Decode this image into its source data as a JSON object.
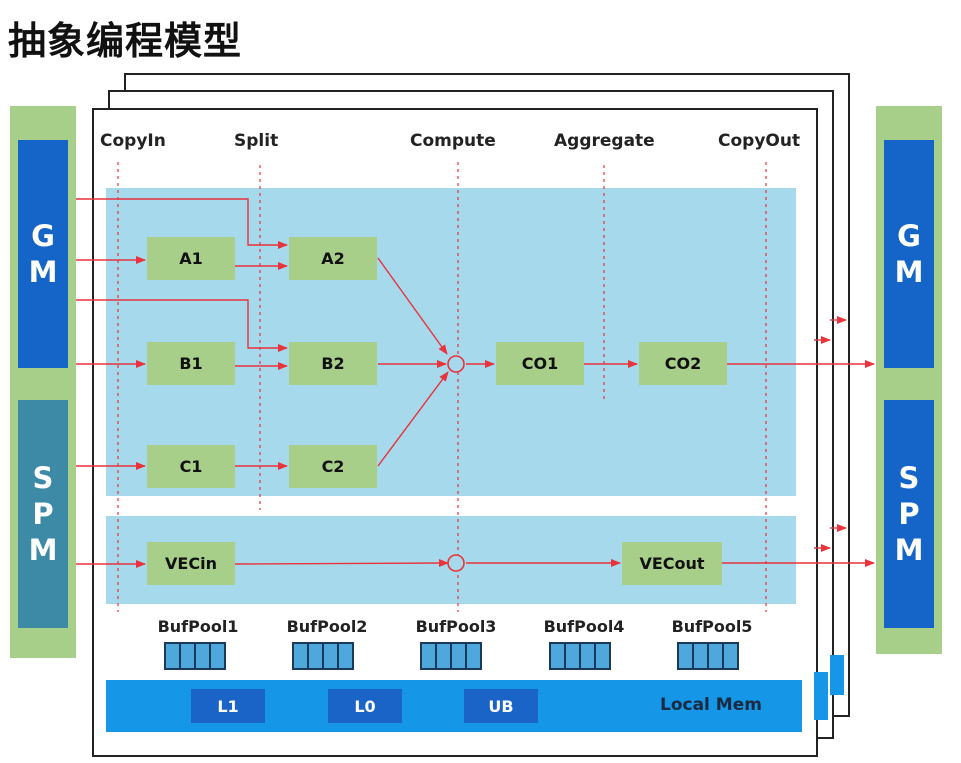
{
  "title": "抽象编程模型",
  "stages": [
    "CopyIn",
    "Split",
    "Compute",
    "Aggregate",
    "CopyOut"
  ],
  "left_panel": {
    "gm": "G\nM",
    "spm": "S\nP\nM"
  },
  "right_panel": {
    "gm": "G\nM",
    "spm": "S\nP\nM"
  },
  "nodes": {
    "a1": "A1",
    "a2": "A2",
    "b1": "B1",
    "b2": "B2",
    "c1": "C1",
    "c2": "C2",
    "co1": "CO1",
    "co2": "CO2",
    "vecin": "VECin",
    "vecout": "VECout"
  },
  "buffer_pools": [
    "BufPool1",
    "BufPool2",
    "BufPool3",
    "BufPool4",
    "BufPool5"
  ],
  "local_mem": {
    "label": "Local Mem",
    "chips": [
      "L1",
      "L0",
      "UB"
    ]
  },
  "colors": {
    "gm_blue": "#1565c8",
    "spm_teal": "#3d8aa6",
    "region_blue": "#a7d9ec",
    "node_green": "#a8cf8a",
    "arrow_red": "#e8323c"
  }
}
